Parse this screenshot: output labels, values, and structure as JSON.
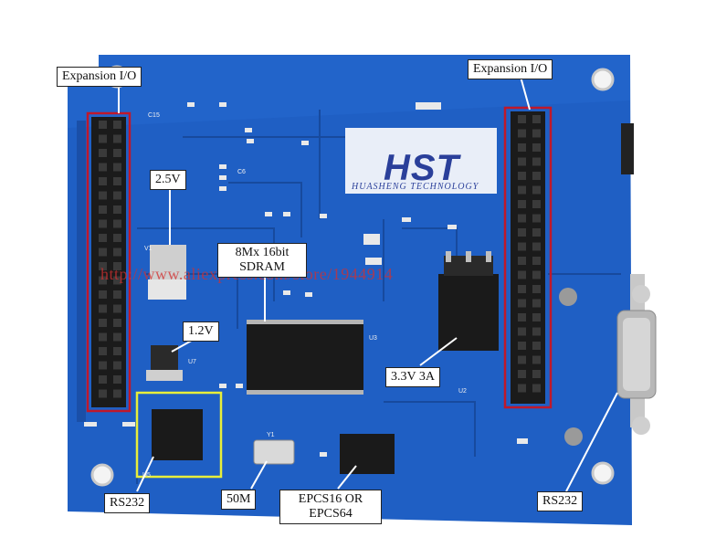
{
  "labels": {
    "expansion_left": "Expansion I/O",
    "expansion_right": "Expansion I/O",
    "v25": "2.5V",
    "sdram": "8Mx 16bit SDRAM",
    "v12": "1.2V",
    "v33": "3.3V 3A",
    "rs232_left": "RS232",
    "osc": "50M",
    "epcs": "EPCS16 OR EPCS64",
    "rs232_right": "RS232"
  },
  "watermark": "http://www.aliexpress.com/store/1944914",
  "logo": {
    "text": "HST",
    "subtitle": "HUASHENG TECHNOLOGY"
  },
  "silkscreen": {
    "u3": "U3",
    "u2": "U2",
    "y1": "Y1",
    "u5": "U5",
    "u7": "U7",
    "v1": "V1",
    "c15": "C15",
    "c6": "C6"
  },
  "colors": {
    "pcb": "#1f5fc4",
    "pcb_dark": "#174a9e",
    "header_frame": "#c0182a",
    "rs232_frame": "#e8ee3a",
    "chip": "#1a1a1a"
  }
}
